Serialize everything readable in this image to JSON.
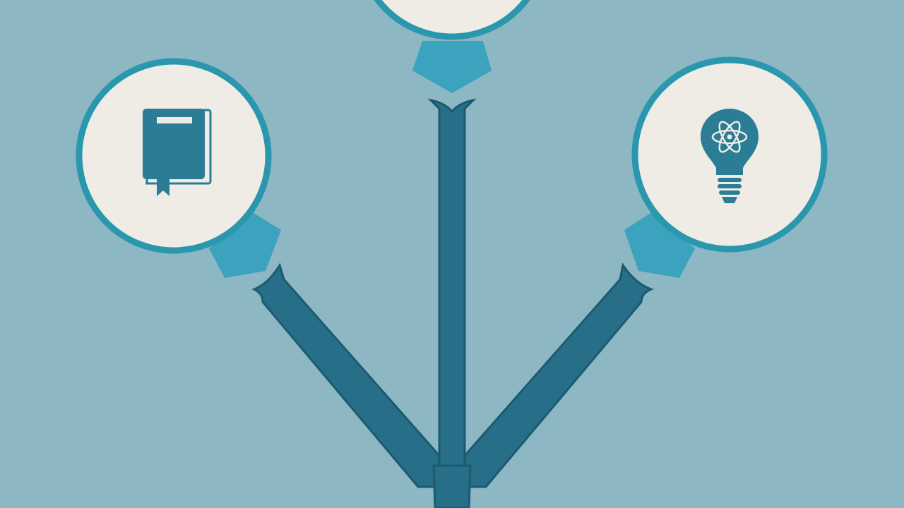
{
  "colors": {
    "background": "#8cb7c3",
    "trunk": "#276f88",
    "trunk_outline": "#1b5a70",
    "connector": "#3ba3bd",
    "circle_fill": "#efece5",
    "circle_ring": "#2a97af",
    "icon": "#2b7d95"
  },
  "nodes": [
    {
      "id": "top",
      "icon": "partially-visible-node"
    },
    {
      "id": "left",
      "icon": "book-icon"
    },
    {
      "id": "right",
      "icon": "lightbulb-atom-icon"
    }
  ]
}
